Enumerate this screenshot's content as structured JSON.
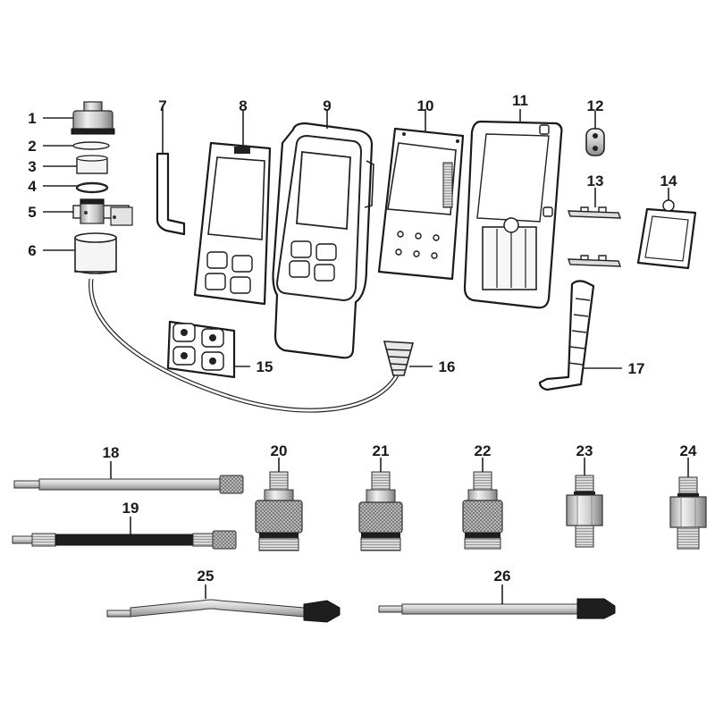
{
  "diagram": {
    "labels": [
      "1",
      "2",
      "3",
      "4",
      "5",
      "6",
      "7",
      "8",
      "9",
      "10",
      "11",
      "12",
      "13",
      "14",
      "15",
      "16",
      "17",
      "18",
      "19",
      "20",
      "21",
      "22",
      "23",
      "24",
      "25",
      "26"
    ]
  },
  "colors": {
    "outline": "#1a1a1a",
    "metal_light": "#e6e6e6",
    "metal_mid": "#b5b5b5",
    "metal_dark": "#7a7a7a",
    "rubber": "#1e1e1e",
    "background": "#ffffff"
  }
}
